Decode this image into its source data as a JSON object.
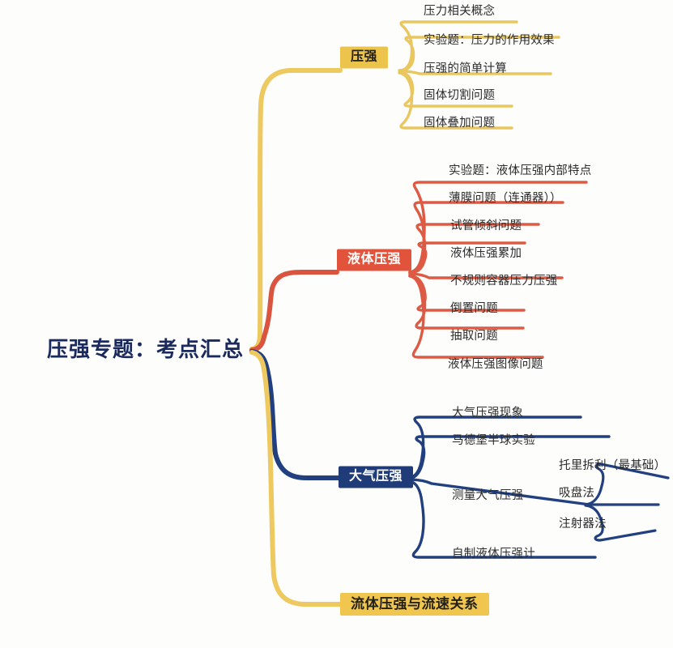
{
  "diagram": {
    "title": "压强专题：考点汇总",
    "type": "mind-map",
    "colors": {
      "root_text": "#1b2a5e",
      "branch_pressure": "#ecc44b",
      "branch_liquid": "#e2533c",
      "branch_atmospheric": "#1f3b78",
      "branch_fluid": "#f0c64f",
      "leaf_text": "#2c2c2c",
      "background": "#fdfdfc"
    },
    "branches": [
      {
        "id": "pressure",
        "label": "压强",
        "color": "#ecc44b",
        "children": [
          {
            "label": "压力相关概念"
          },
          {
            "label": "实验题：压力的作用效果"
          },
          {
            "label": "压强的简单计算"
          },
          {
            "label": "固体切割问题"
          },
          {
            "label": "固体叠加问题"
          }
        ]
      },
      {
        "id": "liquid-pressure",
        "label": "液体压强",
        "color": "#e2533c",
        "children": [
          {
            "label": "实验题：液体压强内部特点"
          },
          {
            "label": "薄膜问题（连通器））"
          },
          {
            "label": "试管倾斜问题"
          },
          {
            "label": "液体压强累加"
          },
          {
            "label": "不规则容器压力压强"
          },
          {
            "label": "倒置问题"
          },
          {
            "label": "抽取问题"
          },
          {
            "label": "液体压强图像问题"
          }
        ]
      },
      {
        "id": "atmospheric-pressure",
        "label": "大气压强",
        "color": "#1f3b78",
        "children": [
          {
            "label": "大气压强现象"
          },
          {
            "label": "马德堡半球实验"
          },
          {
            "label": "测量大气压强",
            "children": [
              {
                "label": "托里拆利（最基础）"
              },
              {
                "label": "吸盘法"
              },
              {
                "label": "注射器法"
              }
            ]
          },
          {
            "label": "自制液体压强计"
          }
        ]
      },
      {
        "id": "fluid-pressure-velocity",
        "label": "流体压强与流速关系",
        "color": "#f0c64f",
        "children": []
      }
    ]
  }
}
